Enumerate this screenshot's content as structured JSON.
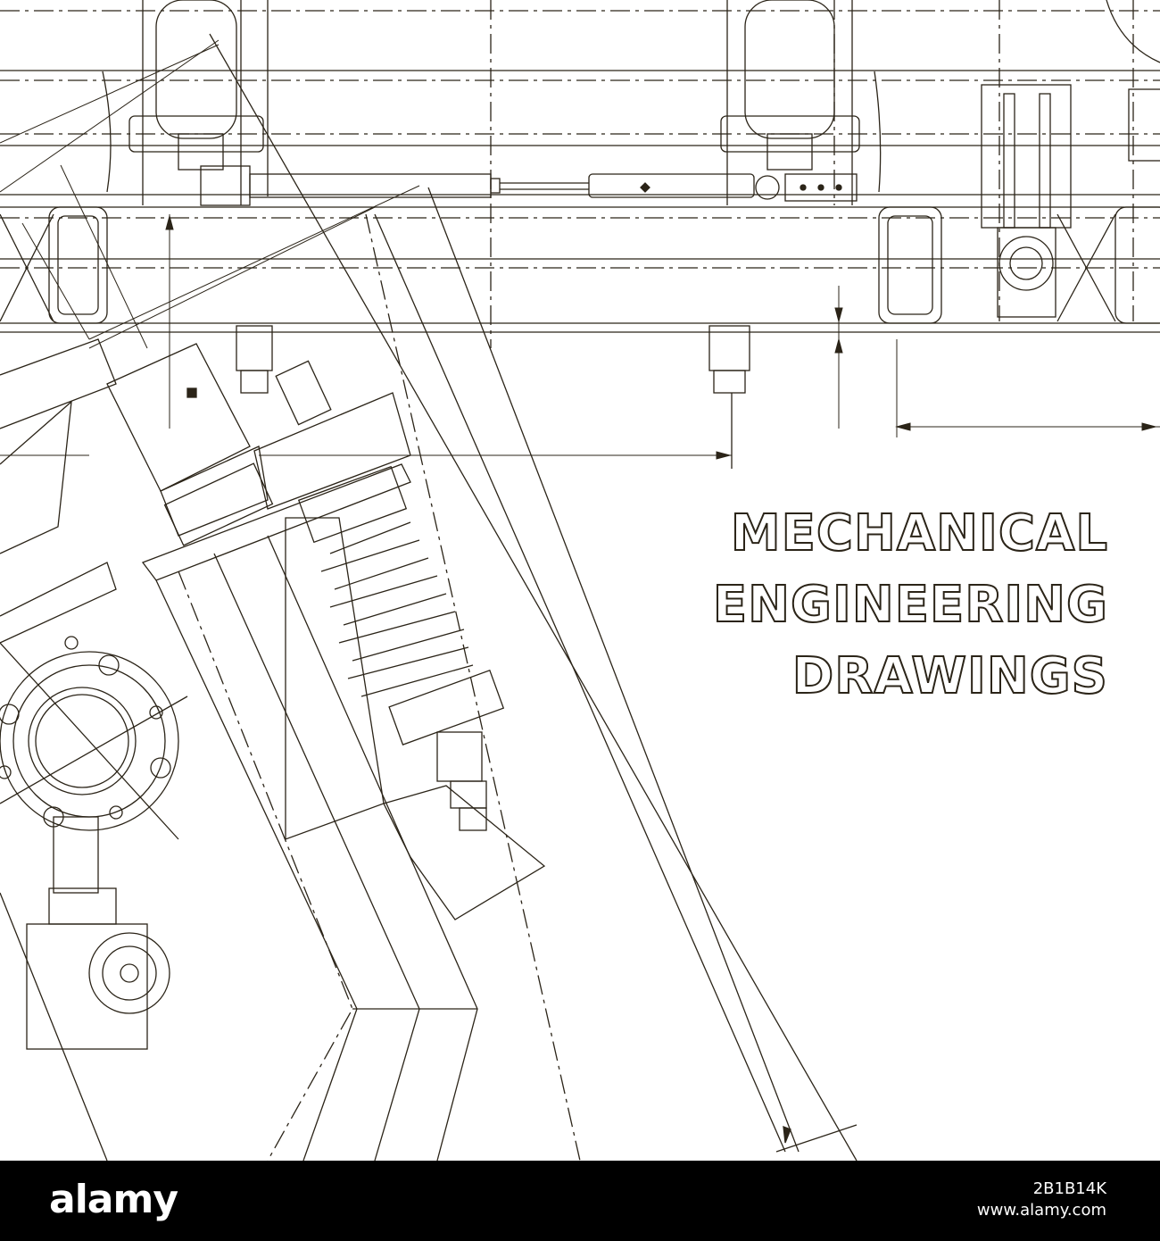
{
  "headline": {
    "line1": "MECHANICAL",
    "line2": "ENGINEERING",
    "line3": "DRAWINGS"
  },
  "footer": {
    "logo_text": "alamy",
    "image_id": "2B1B14K",
    "site": "www.alamy.com"
  },
  "colors": {
    "line": "#2b2418",
    "background": "#ffffff",
    "footer_background": "#000000",
    "footer_text": "#ffffff"
  }
}
